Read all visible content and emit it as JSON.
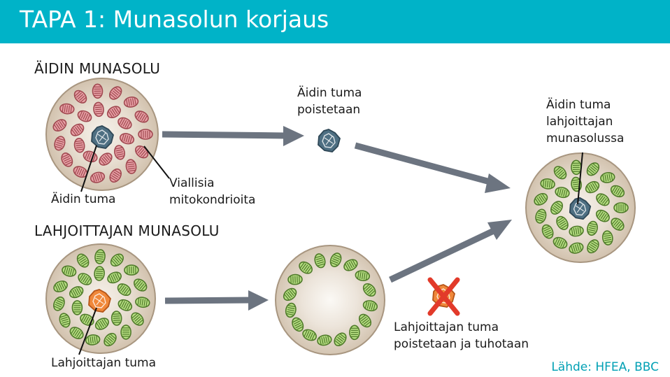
{
  "title": "TAPA 1: Munasolun korjaus",
  "labels": {
    "mother_egg": "ÄIDIN MUNASOLU",
    "donor_egg": "LAHJOITTAJAN MUNASOLU",
    "mother_nucleus": "Äidin tuma",
    "faulty_mito_1": "Viallisia",
    "faulty_mito_2": "mitokondrioita",
    "nucleus_removed_1": "Äidin tuma",
    "nucleus_removed_2": "poistetaan",
    "result_1": "Äidin tuma",
    "result_2": "lahjoittajan",
    "result_3": "munasolussa",
    "donor_nucleus": "Lahjoittajan tuma",
    "donor_removed_1": "Lahjoittajan tuma",
    "donor_removed_2": "poistetaan ja tuhotaan"
  },
  "source": "Lähde: HFEA, BBC",
  "colors": {
    "header": "#00b3c8",
    "source_text": "#00a0b4",
    "cell_fill": "#dccfbe",
    "cell_center": "#f3ede6",
    "cell_edge": "#b3a28e",
    "faulty_mito": "#e69aa0",
    "healthy_mito": "#b2dc7c",
    "mother_nucleus": "#4e6f82",
    "donor_nucleus": "#f0883a",
    "arrow": "#6c7480",
    "cross": "#e23a2a"
  }
}
